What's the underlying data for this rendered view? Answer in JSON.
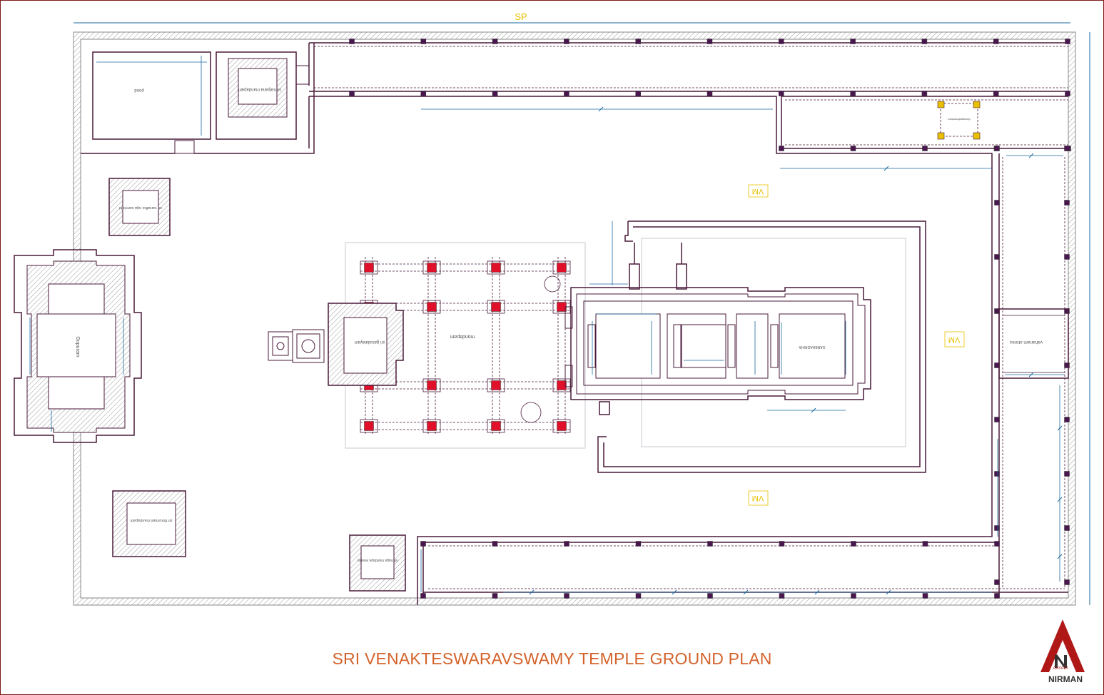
{
  "title": "SRI VENAKTESWARAVSWAMY TEMPLE GROUND PLAN",
  "top_label": "SP",
  "zone_marks": [
    "VM",
    "VM",
    "VM"
  ],
  "rooms": {
    "gopuram": "Gopuram",
    "mandapam": "mandapam",
    "garudalayam": "sri garudalayam",
    "garbhagriha": "GARBHAGRIHA",
    "pond": "pond",
    "vahanam_stores": "vahanam stores",
    "kalyana_mandapam": "sri kalyana mandapam",
    "sannidhi_top": "sri varadha raja sannidhi",
    "sannidhi_bottom_left": "sri thirumani mandapam",
    "sannidhi_bottom_mid": "sri naga mandapa swamy",
    "pillar_box": "dhwajasthambam"
  },
  "logo": {
    "name": "NIRMAN",
    "sub": "AAYADI"
  },
  "colors": {
    "title": "#d4622a",
    "wall": "#4a1a3a",
    "pillar_red": "#e0102a",
    "pillar_dark": "#4a1650",
    "dimension": "#1a6aa0",
    "marker": "#e8c000",
    "logo_red": "#b01818"
  }
}
